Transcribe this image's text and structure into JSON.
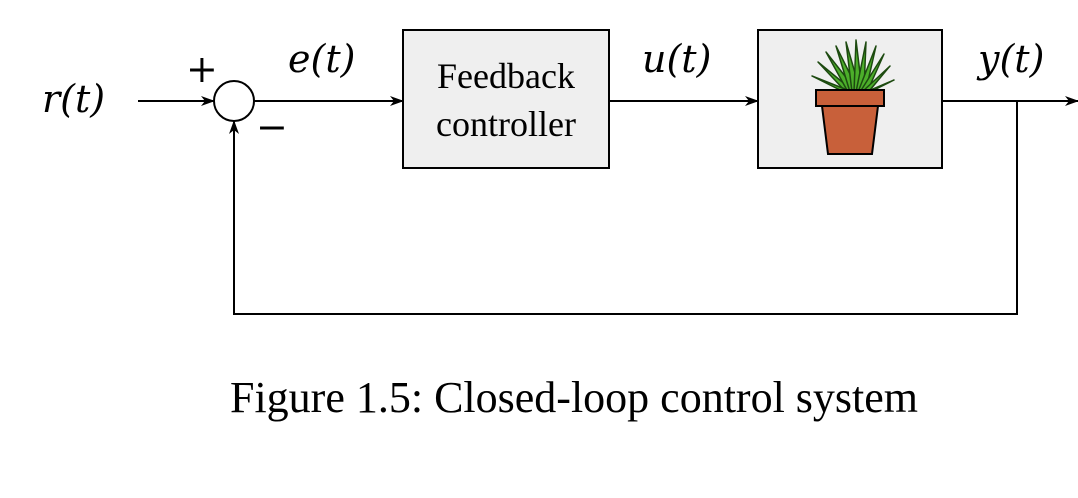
{
  "signals": {
    "reference": "r(t)",
    "error": "e(t)",
    "control": "u(t)",
    "output": "y(t)"
  },
  "summing_junction": {
    "plus": "+",
    "minus": "−"
  },
  "controller": {
    "line1": "Feedback",
    "line2": "controller"
  },
  "plant": {
    "icon": "potted-plant-icon"
  },
  "caption": "Figure 1.5: Closed-loop control system",
  "colors": {
    "block_fill": "#efefef",
    "plant_leaves": "#4caf2a",
    "pot": "#c8603a"
  }
}
